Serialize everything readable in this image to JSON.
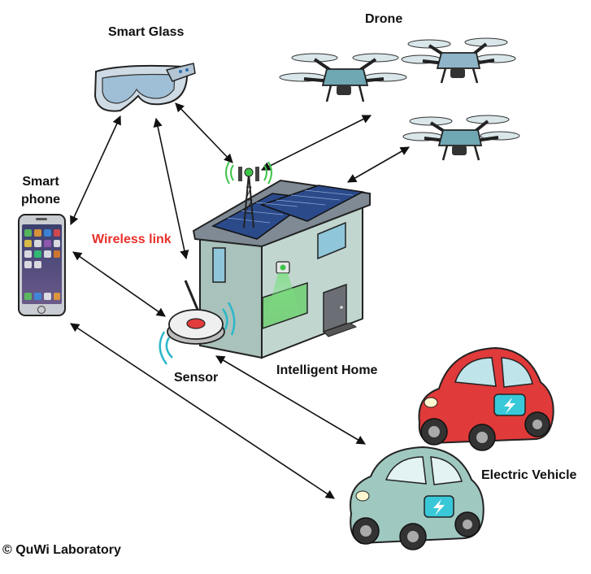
{
  "nodes": {
    "smart_glass": "Smart Glass",
    "drone": "Drone",
    "smart_phone_line1": "Smart",
    "smart_phone_line2": "phone",
    "wireless_link": "Wireless link",
    "sensor": "Sensor",
    "intelligent_home": "Intelligent Home",
    "electric_vehicle": "Electric Vehicle"
  },
  "copyright": "© QuWi Laboratory",
  "colors": {
    "wireless_link_text": "#e8312b",
    "arrow": "#111111",
    "house_wall": "#b9cfc9",
    "solar_panel": "#2b4a8a",
    "drone_body": "#6fa7b3",
    "car_red": "#e03a3a",
    "car_teal": "#9fc8c0",
    "phone_body": "#c9ccd2",
    "signal_green": "#3ec44a"
  },
  "icons": [
    "smart-glass-icon",
    "drone-icon",
    "smartphone-icon",
    "sensor-icon",
    "house-icon",
    "antenna-icon",
    "electric-car-icon"
  ]
}
